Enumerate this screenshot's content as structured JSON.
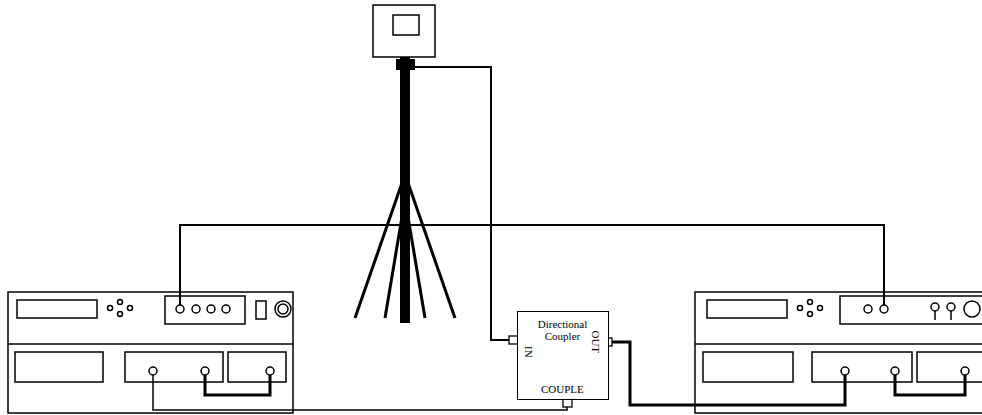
{
  "diagram": {
    "nodes": [
      {
        "text": [
          "Directional Coupler",
          "IN",
          "OUT",
          "COUPLE"
        ]
      }
    ]
  }
}
